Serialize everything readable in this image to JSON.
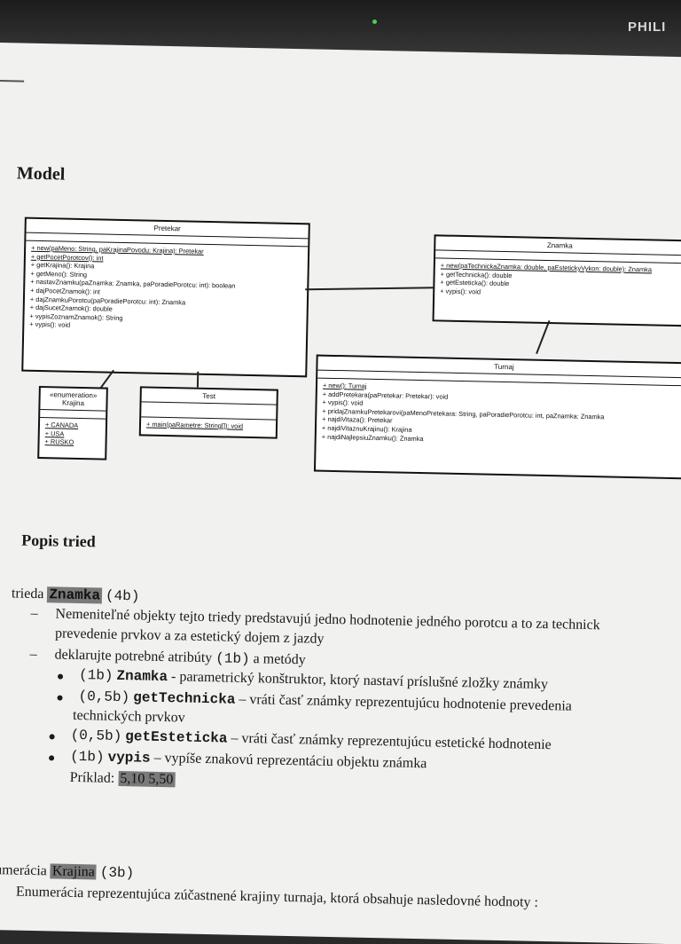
{
  "monitor": {
    "brand": "PHILI"
  },
  "heading_model": "Model",
  "uml": {
    "pretekar": {
      "title": "Pretekar",
      "ops": [
        "+ new(paMeno: String, paKrajinaPovodu: Krajina): Pretekar",
        "+ getPocetPorotcov(): int",
        "+ getKrajina(): Krajina",
        "+ getMeno(): String",
        "+ nastavZnamku(paZnamka: Znamka, paPoradiePorotcu: int): boolean",
        "+ dajPocetZnamok(): int",
        "+ dajZnamkuPorotcu(paPoradiePorotcu: int): Znamka",
        "+ dajSucetZnamok(): double",
        "+ vypisZoznamZnamok(): String",
        "+ vypis(): void"
      ]
    },
    "znamka": {
      "title": "Znamka",
      "ops": [
        "+ new(paTechnickaZnamka: double, paEstetickyVykon: double): Znamka",
        "+ getTechnicka(): double",
        "+ getEsteticka(): double",
        "+ vypis(): void"
      ]
    },
    "krajina": {
      "stereotype": "«enumeration»",
      "title": "Krajina",
      "ops": [
        "+ CANADA",
        "+ USA",
        "+ RUSKO"
      ]
    },
    "test": {
      "title": "Test",
      "ops": [
        "+ main(paRametre: String[]): void"
      ]
    },
    "turnaj": {
      "title": "Turnaj",
      "ops": [
        "+ new(): Turnaj",
        "+ addPretekara(paPretekar: Pretekar): void",
        "+ vypis(): void",
        "+ pridajZnamkuPretekarovi(paMenoPretekara: String, paPoradiePorotcu: int, paZnamka: Znamka",
        "+ najdiVitaza(): Pretekar",
        "+ najdiVitaznuKrajinu(): Krajina",
        "+ najdiNajlepsiuZnamku(): Znamka"
      ]
    }
  },
  "heading_popis": "Popis tried",
  "trieda": {
    "prefix": "trieda",
    "name": "Znamka",
    "points": "(4b)",
    "line1": "Nemeniteľné objekty tejto triedy predstavujú jedno hodnotenie jedného porotcu a to za technick",
    "line2": "prevedenie prvkov a za estetický dojem z jazdy",
    "line3_text": "deklarujte potrebné atribúty",
    "line3_pts": "(1b)",
    "line3_tail": "a metódy",
    "b1_pts": "(1b)",
    "b1_name": "Znamka",
    "b1_text": "- parametrický konštruktor, ktorý nastaví príslušné zložky známky",
    "b2_pts": "(0,5b)",
    "b2_name": "getTechnicka",
    "b2_text": "– vráti časť známky reprezentujúcu hodnotenie prevedenia",
    "b2_text2": "technických prvkov",
    "b3_pts": "(0,5b)",
    "b3_name": "getEsteticka",
    "b3_text": "– vráti časť známky reprezentujúcu  estetické hodnotenie",
    "b4_pts": "(1b)",
    "b4_name": "vypis",
    "b4_text": "– vypíše znakovú reprezentáciu objektu známka",
    "priklad_label": "Príklad:",
    "priklad_value": "5,10 5,50"
  },
  "enum_section": {
    "prefix": "Enumerácia",
    "name": "Krajina",
    "points": "(3b)",
    "line1": "Enumerácia reprezentujúca zúčastnené krajiny turnaja, ktorá obsahuje nasledovné hodnoty :"
  }
}
